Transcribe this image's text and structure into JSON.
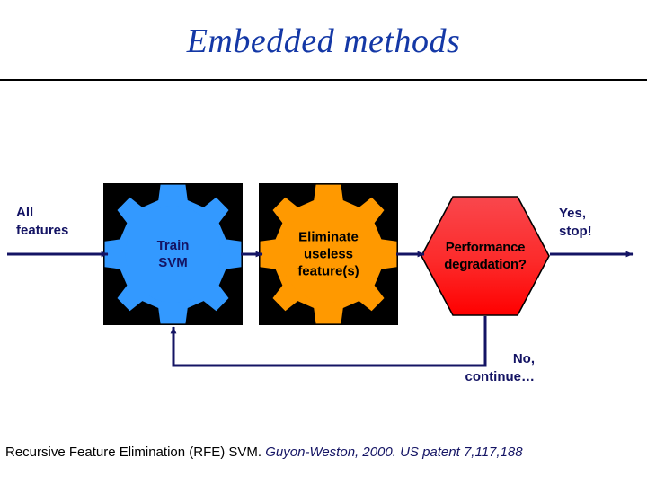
{
  "slide": {
    "title": "Embedded methods",
    "title_color": "#1438A6",
    "background": "#ffffff"
  },
  "diagram": {
    "nodes": [
      {
        "id": "train-svm",
        "shape": "gear",
        "label": "Train\nSVM",
        "fill": "#3399FF",
        "box_fill": "#000000",
        "text_color": "#141464"
      },
      {
        "id": "eliminate-features",
        "shape": "gear",
        "label": "Eliminate\nuseless\nfeature(s)",
        "fill": "#FF9900",
        "box_fill": "#000000",
        "text_color": "#000000"
      },
      {
        "id": "performance-decision",
        "shape": "hexagon",
        "label": "Performance\ndegradation?",
        "fill_top": "#F9474D",
        "fill_bottom": "#FF0000",
        "text_color": "#000000"
      }
    ],
    "edge_labels": {
      "input": "All\nfeatures",
      "yes": "Yes,\nstop!",
      "no": "No,\ncontinue…"
    },
    "line_color": "#141464"
  },
  "footer": {
    "method": "Recursive Feature Elimination (RFE) SVM.",
    "reference": "Guyon-Weston, 2000. US patent 7,117,188"
  }
}
